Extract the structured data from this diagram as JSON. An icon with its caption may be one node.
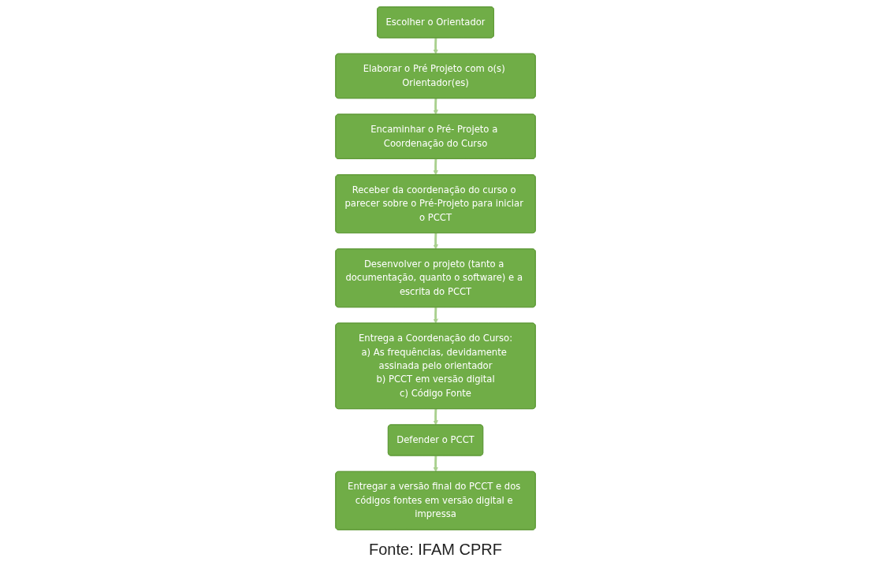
{
  "diagram": {
    "caption": "Fonte: IFAM CPRF",
    "nodes": [
      {
        "text": [
          "Escolher o Orientador"
        ]
      },
      {
        "text": [
          "Elaborar o Pré Projeto com o(s) Orientador(es)"
        ]
      },
      {
        "text": [
          "Encaminhar o Pré- Projeto a Coordenação do Curso"
        ]
      },
      {
        "text": [
          "Receber da coordenação do curso o parecer sobre o Pré-Projeto para iniciar o PCCT"
        ]
      },
      {
        "text": [
          "Desenvolver o projeto (tanto a documentação, quanto o software) e a escrita do PCCT"
        ]
      },
      {
        "text": [
          "Entrega a Coordenação do Curso:",
          "a) As frequências, devidamente assinada pelo orientador",
          "b) PCCT em versão digital",
          "c) Código Fonte"
        ]
      },
      {
        "text": [
          "Defender o PCCT"
        ]
      },
      {
        "text": [
          "Entregar a versão final do PCCT e dos códigos fontes em versão digital e impressa"
        ]
      }
    ],
    "edges": [
      {
        "from": 0,
        "to": 1,
        "arrow": "to"
      },
      {
        "from": 1,
        "to": 2,
        "arrow": "to"
      },
      {
        "from": 2,
        "to": 3,
        "arrow": "to"
      },
      {
        "from": 3,
        "to": 4,
        "arrow": "to"
      },
      {
        "from": 4,
        "to": 5,
        "arrow": "to"
      },
      {
        "from": 5,
        "to": 6,
        "arrow": "to"
      },
      {
        "from": 6,
        "to": 7,
        "arrow": "to"
      }
    ]
  }
}
